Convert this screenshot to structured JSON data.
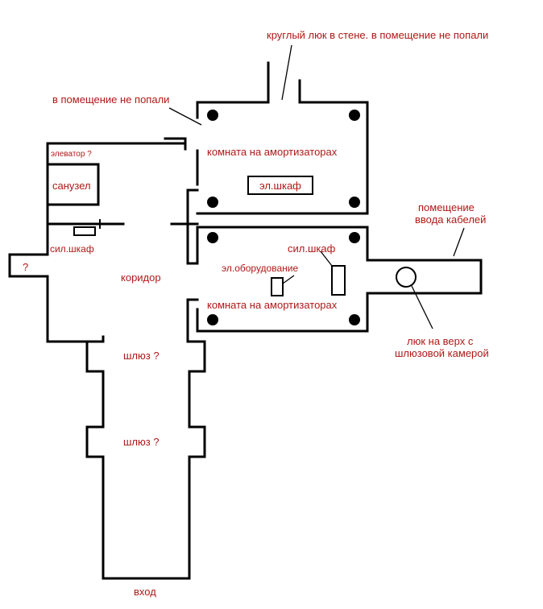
{
  "colors": {
    "background": "#ffffff",
    "walls": "#000000",
    "labels": "#b01818"
  },
  "labels": {
    "round_hatch_note": "круглый люк в стене. в помещение не попали",
    "not_entered_note": "в помещение не попали",
    "shock_room_top": "комната на амортизаторах",
    "el_cabinet": "эл.шкаф",
    "elevator": "элеватор ?",
    "bathroom": "санузел",
    "power_cabinet_left": "сил.шкаф",
    "power_cabinet_right": "сил.шкаф",
    "question_mark": "?",
    "corridor": "коридор",
    "el_equipment": "эл.оборудование",
    "shock_room_bottom": "комната на амортизаторах",
    "cable_room_line1": "помещение",
    "cable_room_line2": "ввода кабелей",
    "hatch_line1": "люк на верх с",
    "hatch_line2": "шлюзовой камерой",
    "airlock_upper": "шлюз ?",
    "airlock_lower": "шлюз ?",
    "entrance": "вход"
  }
}
